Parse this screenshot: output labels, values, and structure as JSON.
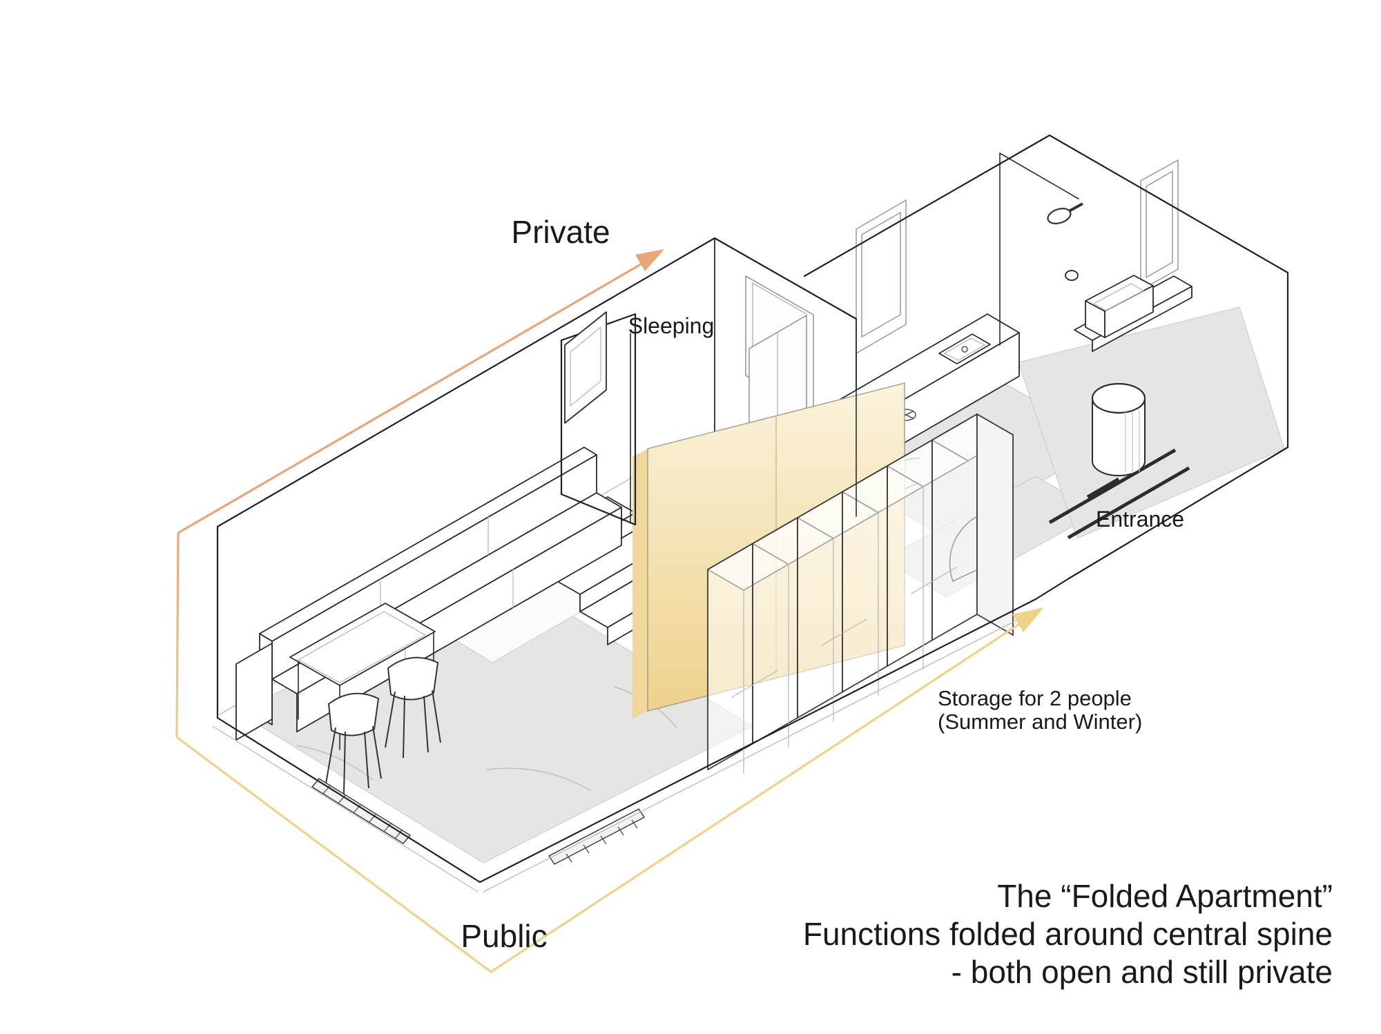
{
  "diagram": {
    "labels": {
      "private": "Private",
      "public": "Public",
      "sleeping": "Sleeping",
      "entrance": "Entrance",
      "storage_line1": "Storage for 2 people",
      "storage_line2": "(Summer and Winter)"
    },
    "title": {
      "line1": "The “Folded Apartment”",
      "line2": "Functions folded around central spine",
      "line3": "- both open and still private"
    },
    "colors": {
      "private_arrow": "#e9a47a",
      "public_arrow": "#efd287",
      "highlight_panel_top": "#faf3dc",
      "highlight_panel_bottom": "#eed28c",
      "floor_gray": "#e5e5e3",
      "line_black": "#1f1f1f"
    }
  }
}
